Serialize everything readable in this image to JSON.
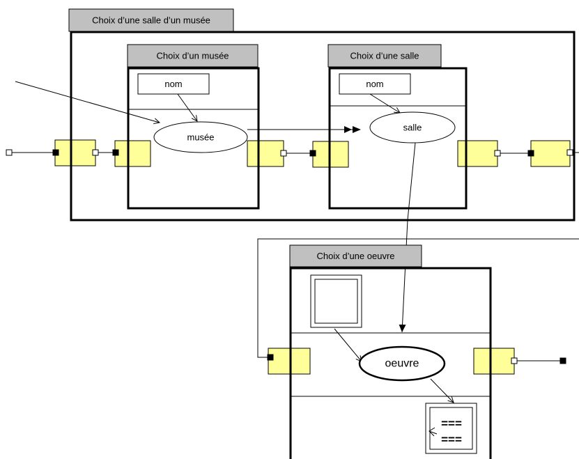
{
  "diagram": {
    "outer_panel": {
      "title": "Choix d’une salle d’un musée"
    },
    "musee_panel": {
      "title": "Choix d’un musée",
      "input_label": "nom",
      "node_label": "musée"
    },
    "salle_panel": {
      "title": "Choix d’une salle",
      "input_label": "nom",
      "node_label": "salle"
    },
    "oeuvre_panel": {
      "title": "Choix d’une oeuvre",
      "node_label": "oeuvre",
      "image_icon": "image-frame-icon",
      "list_icon": "list-frame-icon",
      "list_lines": [
        "===",
        "==="
      ]
    }
  },
  "colors": {
    "tab_fill": "#c0c0c0",
    "port_fill": "#ffff99"
  }
}
